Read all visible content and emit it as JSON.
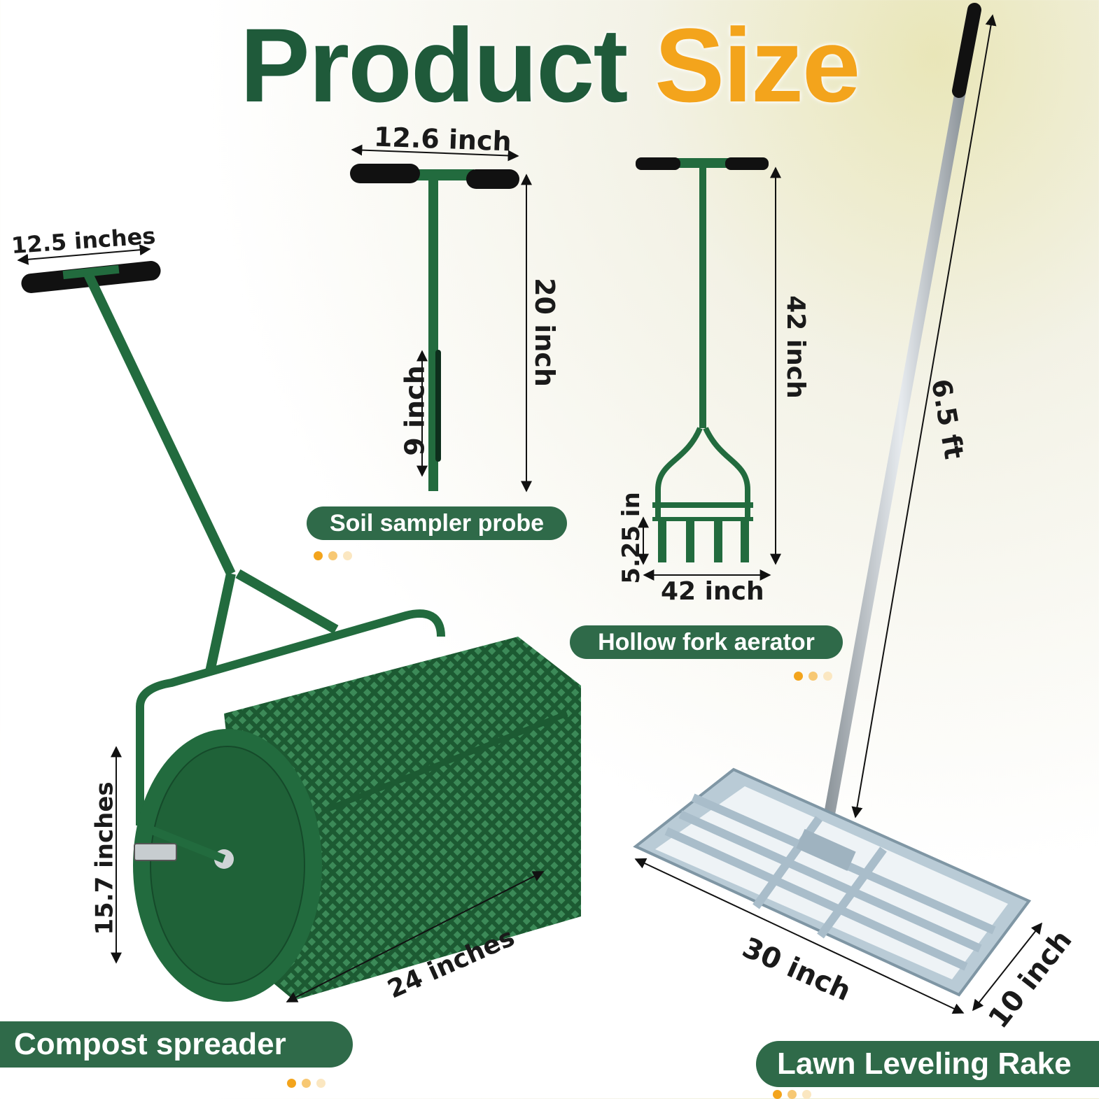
{
  "title": {
    "part1": "Product",
    "part2": "Size"
  },
  "colors": {
    "green": "#1f5a3a",
    "accent": "#f3a41c",
    "pill": "#2f6a49",
    "tool_green": "#226b3e",
    "rake_steel": "#b9cbd6"
  },
  "products": {
    "soil_sampler": {
      "label": "Soil sampler probe",
      "width": "12.6 inch",
      "height": "20 inch",
      "tube": "9 inch"
    },
    "aerator": {
      "label": "Hollow fork aerator",
      "height": "42 inch",
      "width": "42 inch",
      "tine": "5.25 in"
    },
    "compost": {
      "label": "Compost spreader",
      "handle": "12.5 inches",
      "diameter": "15.7 inches",
      "length": "24 inches"
    },
    "rake": {
      "label": "Lawn Leveling Rake",
      "handle": "6.5 ft",
      "length": "30 inch",
      "width": "10 inch"
    }
  }
}
